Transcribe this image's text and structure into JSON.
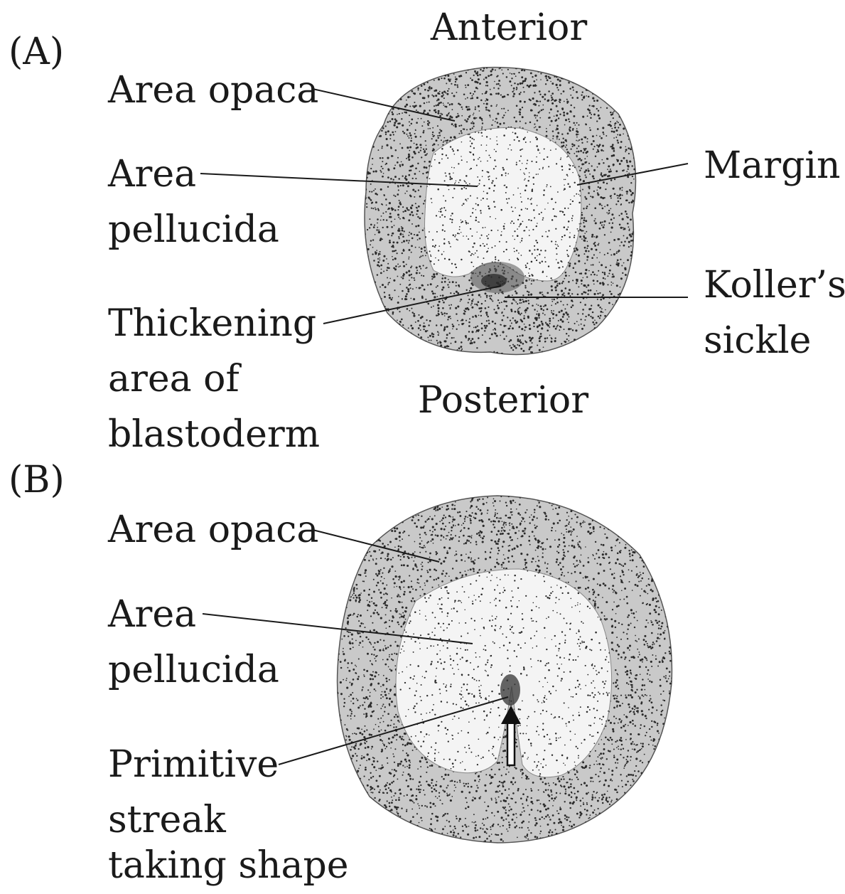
{
  "panel_a": {
    "panel_label": "(A)",
    "orientation_top": "Anterior",
    "orientation_bottom": "Posterior",
    "labels": {
      "area_opaca": "Area opaca",
      "area_pellucida_line1": "Area",
      "area_pellucida_line2": "pellucida",
      "thickening_line1": "Thickening",
      "thickening_line2": "area of",
      "thickening_line3": "blastoderm",
      "margin": "Margin",
      "kollers_sickle_line1": "Koller’s",
      "kollers_sickle_line2": "sickle"
    }
  },
  "panel_b": {
    "panel_label": "(B)",
    "labels": {
      "area_opaca": "Area opaca",
      "area_pellucida_line1": "Area",
      "area_pellucida_line2": "pellucida",
      "primitive_streak_line1": "Primitive",
      "primitive_streak_line2": "streak",
      "primitive_streak_line3": "taking shape"
    }
  },
  "colors": {
    "ink": "#1a1a1a",
    "stipple_dark": "#2b2b2b",
    "paper": "#ffffff"
  }
}
